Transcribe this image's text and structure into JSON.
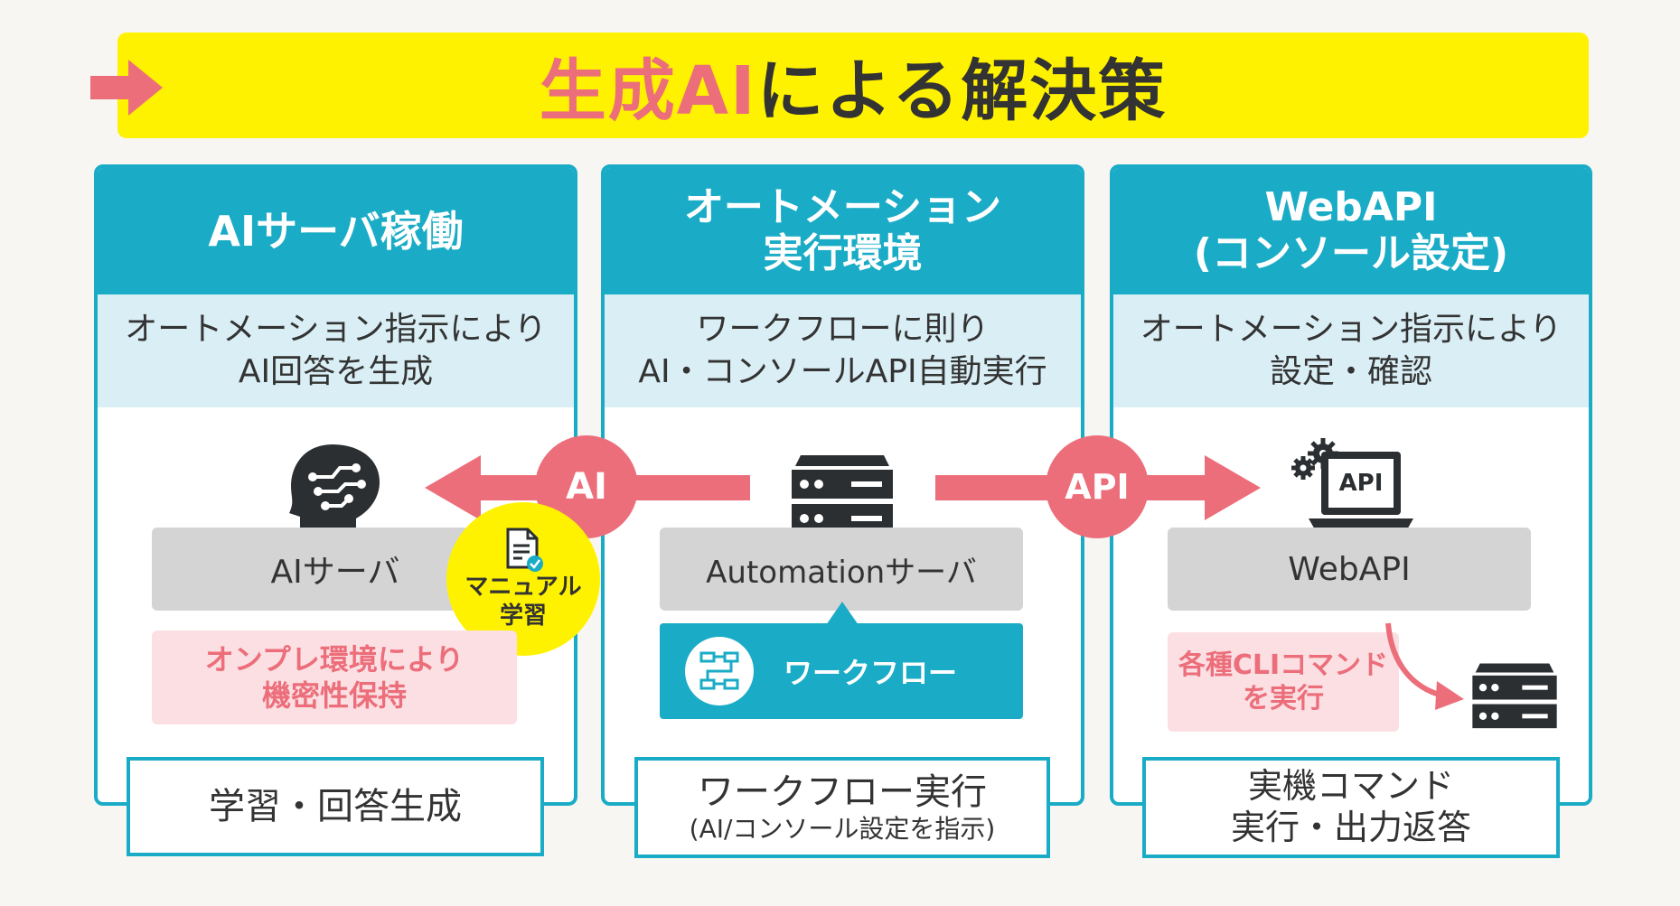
{
  "banner": {
    "title_highlight": "生成AI",
    "title_rest": "による解決策"
  },
  "colors": {
    "teal": "#1aacc6",
    "light_teal": "#daeff5",
    "pink": "#ec6e7a",
    "light_pink": "#fbdfe3",
    "yellow": "#fff200",
    "grey_bar": "#d4d4d4",
    "dark": "#333333"
  },
  "panels": [
    {
      "title_lines": [
        "AIサーバ稼働"
      ],
      "desc_lines": [
        "オートメーション指示により",
        "AI回答を生成"
      ],
      "server_label": "AIサーバ",
      "note_lines": [
        "オンプレ環境により",
        "機密性保持"
      ],
      "bottom_lines": [
        "学習・回答生成"
      ]
    },
    {
      "title_lines": [
        "オートメーション",
        "実行環境"
      ],
      "desc_lines": [
        "ワークフローに則り",
        "AI・コンソールAPI自動実行"
      ],
      "server_label": "Automationサーバ",
      "workflow_label": "ワークフロー",
      "bottom_lines": [
        "ワークフロー実行",
        "(AI/コンソール設定を指示)"
      ]
    },
    {
      "title_lines": [
        "WebAPI",
        "(コンソール設定)"
      ],
      "desc_lines": [
        "オートメーション指示により",
        "設定・確認"
      ],
      "server_label": "WebAPI",
      "laptop_label": "API",
      "note_lines": [
        "各種CLIコマンド",
        "を実行"
      ],
      "bottom_lines": [
        "実機コマンド",
        "実行・出力返答"
      ]
    }
  ],
  "connectors": {
    "ai_label": "AI",
    "api_label": "API"
  },
  "manual_badge": {
    "lines": [
      "マニュアル",
      "学習"
    ]
  },
  "icons": [
    "arrow-right-icon",
    "ai-head-icon",
    "document-check-icon",
    "server-icon",
    "laptop-api-icon",
    "gears-icon",
    "workflow-icon"
  ]
}
